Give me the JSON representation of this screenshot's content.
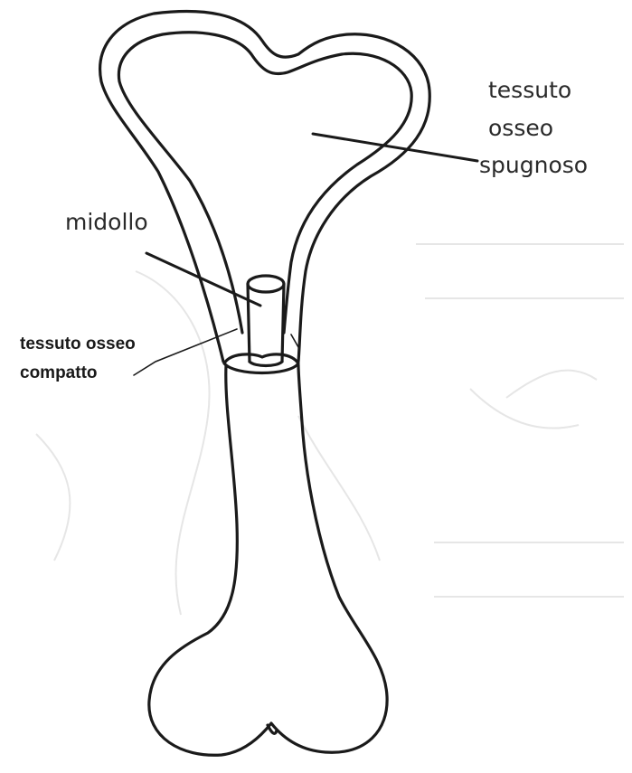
{
  "labels": {
    "spongy": [
      "tessuto",
      "osseo",
      "spugnoso"
    ],
    "marrow": "midollo",
    "compact": [
      "tessuto osseo",
      "compatto"
    ]
  },
  "colors": {
    "ink": "#1a1a1a",
    "background": "#ffffff",
    "ghost_print": "#e6e6e6"
  }
}
